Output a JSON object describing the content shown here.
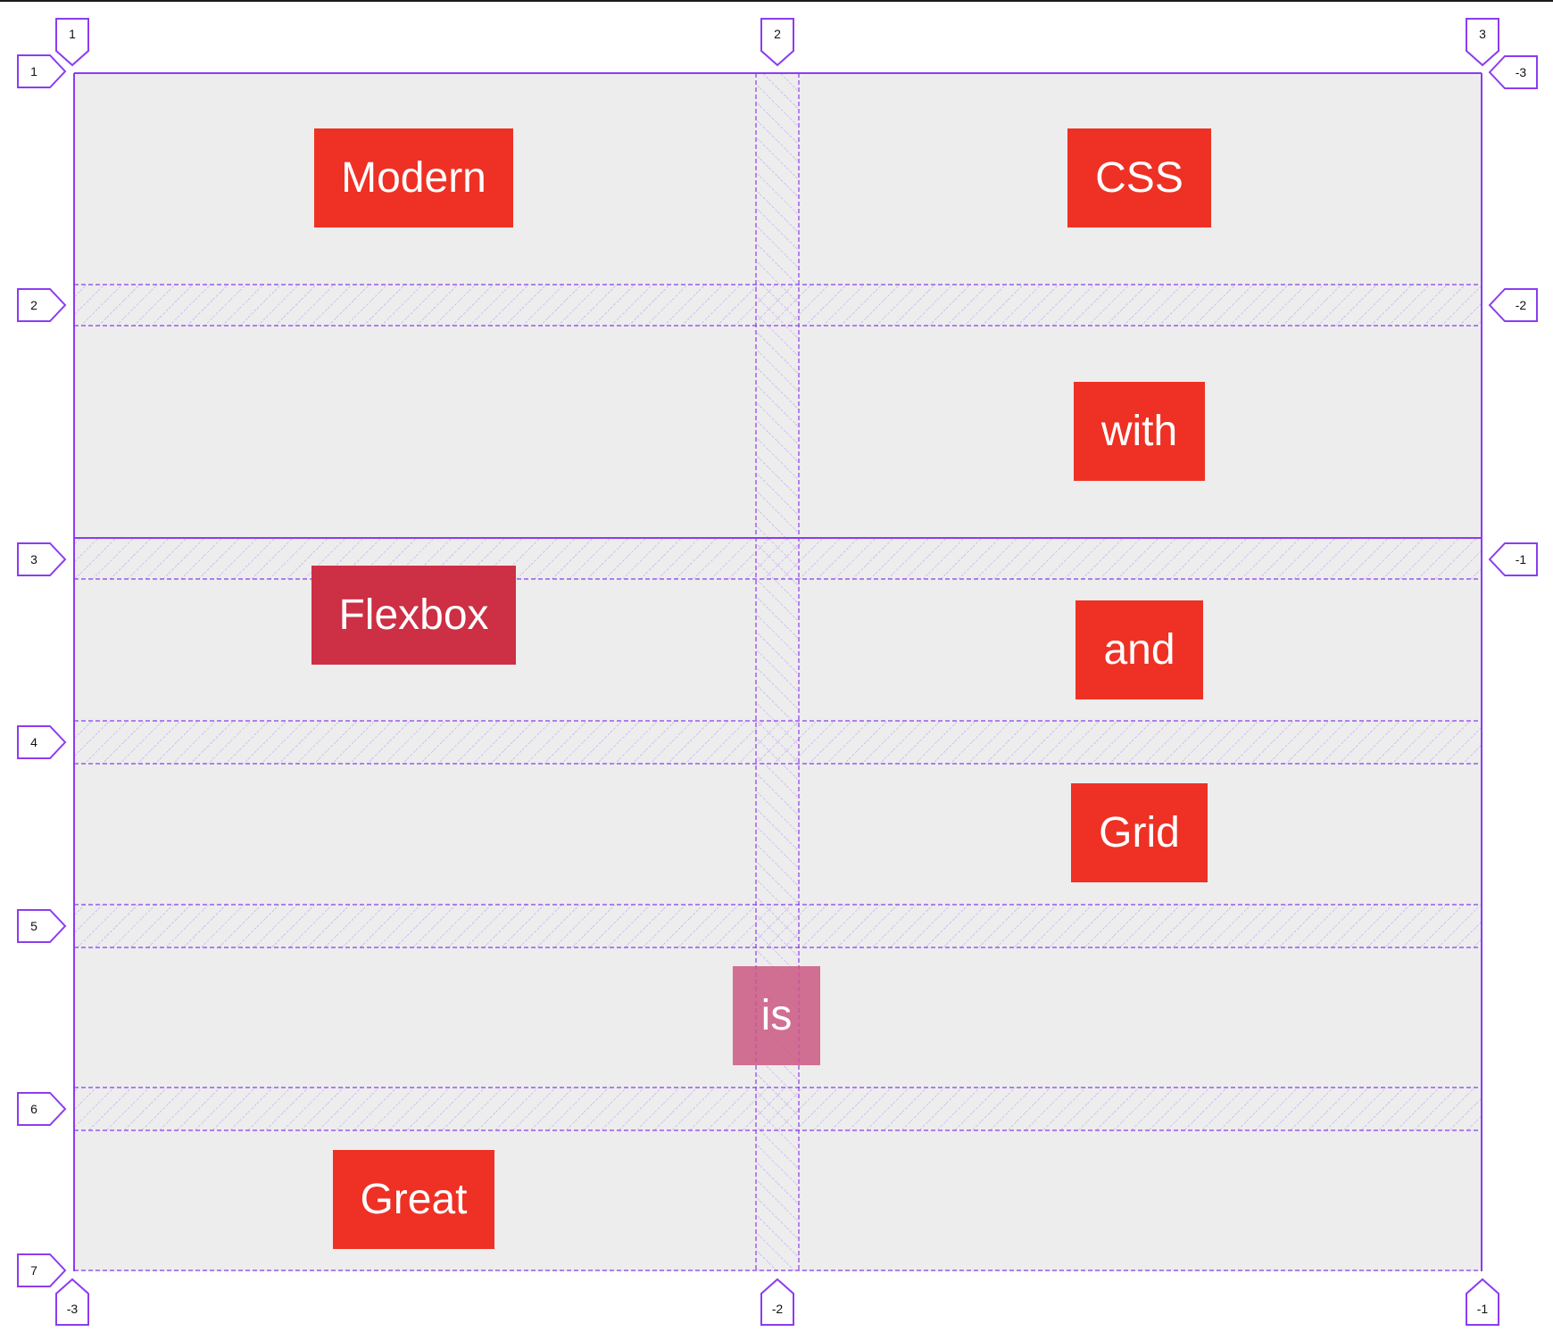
{
  "words": {
    "modern": "Modern",
    "css": "CSS",
    "with": "with",
    "flexbox": "Flexbox",
    "and": "and",
    "grid": "Grid",
    "is": "is",
    "great": "Great"
  },
  "column_labels_top": [
    "1",
    "2",
    "3"
  ],
  "column_labels_bottom": [
    "-3",
    "-2",
    "-1"
  ],
  "row_labels_left": [
    "1",
    "2",
    "3",
    "4",
    "5",
    "6",
    "7"
  ],
  "row_labels_right": [
    "-3",
    "-2",
    "-1"
  ],
  "colors": {
    "grid_line": "#8c3cf0",
    "cell_background": "#ededed",
    "word_red": "#ee3124",
    "word_crimson": "#cd2f44",
    "word_pink": "#cb5882"
  }
}
